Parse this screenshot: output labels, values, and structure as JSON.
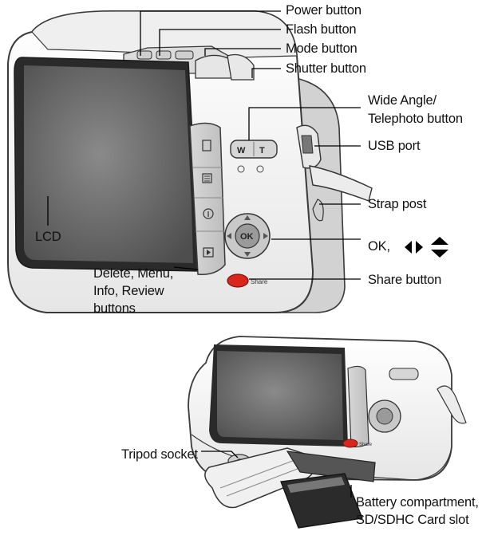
{
  "callouts": {
    "power": "Power button",
    "flash": "Flash button",
    "mode": "Mode button",
    "shutter": "Shutter button",
    "wide_tele": "Wide Angle/\nTelephoto button",
    "usb": "USB port",
    "strap": "Strap post",
    "ok": "OK,",
    "share": "Share button",
    "lcd": "LCD",
    "dmir": "Delete, Menu,\nInfo, Review\nbuttons",
    "tripod": "Tripod socket",
    "battery": "Battery compartment,\nSD/SDHC Card slot"
  },
  "camera_markings": {
    "zoom_w": "W",
    "zoom_t": "T",
    "ok_button": "OK",
    "share_label": "Share"
  },
  "colors": {
    "body": "#f4f4f4",
    "outline": "#3a3a3a",
    "screen": "#6b6b6b",
    "share_button": "#d9261c"
  }
}
